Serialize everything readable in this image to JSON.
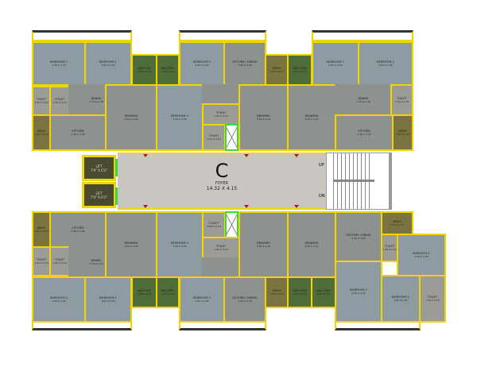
{
  "foyer": {
    "letter": "C",
    "name": "FOYER",
    "dims": "14.32 X 4.15"
  },
  "lifts": [
    {
      "label": "LIFT",
      "dims": "7'0\" X 6'2\""
    },
    {
      "label": "LIFT",
      "dims": "7'0\" X 6'2\""
    }
  ],
  "stairs": {
    "up": "UP",
    "dn": "DN"
  },
  "labels": {
    "bedroom1": "BEDROOM-1",
    "bedroom2": "BEDROOM-2",
    "bedroom3": "BEDROOM-3",
    "balcony": "BALCONY",
    "wash": "WASH",
    "toilet": "TOILET",
    "dining": "DINING",
    "kitchen": "KITCHEN",
    "drawing": "DRAWING",
    "kitchen_dining": "KITCHEN / DINING"
  },
  "dims": {
    "bedroom1": "3.00 X 3.35",
    "bedroom2": "3.00 X 3.35",
    "bedroom3": "3.00 X 3.05",
    "balcony": "1.52 X 2.13",
    "wash": "1.50 X 2.13",
    "toilet": "1.50 X 2.10",
    "dining": "2.75 X 2.75",
    "kitchen": "2.45 X 2.45",
    "drawing": "3.05 X 4.20",
    "kitchen_dining": "2.90 X 3.20"
  }
}
